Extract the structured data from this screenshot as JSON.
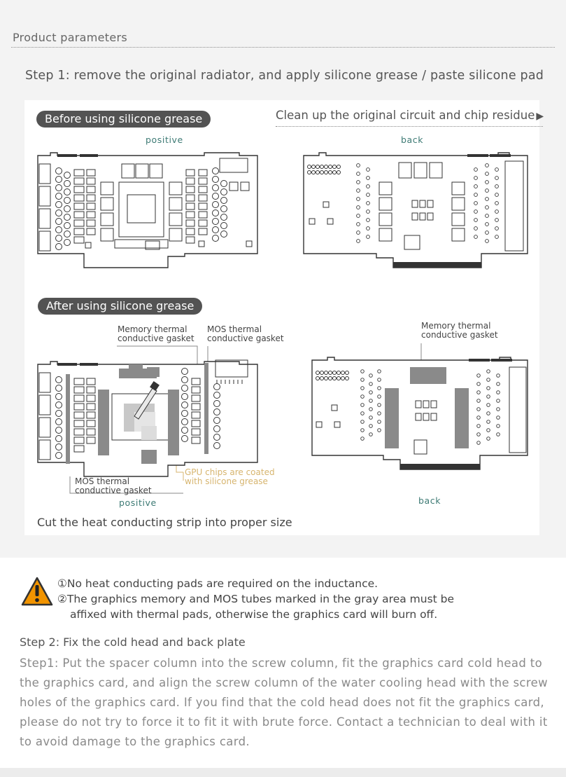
{
  "header": {
    "title": "Product parameters"
  },
  "step1": {
    "title": "Step 1: remove the original radiator, and apply silicone grease / paste silicone pad",
    "before_label": "Before using silicone grease",
    "clean_up": "Clean up the original circuit and chip residue",
    "positive_label": "positive",
    "back_label": "back",
    "after_label": "After using silicone grease",
    "memory_gasket": [
      "Memory thermal",
      "conductive gasket"
    ],
    "mos_gasket": [
      "MOS thermal",
      "conductive gasket"
    ],
    "mos_gasket_bottom": [
      "MOS thermal",
      "conductive gasket"
    ],
    "gpu_coated": [
      "GPU chips are coated",
      "with silicone grease"
    ],
    "back_memory_gasket": [
      "Memory thermal",
      "conductive gasket"
    ],
    "after_positive_label": "positive",
    "after_back_label": "back",
    "cut_text": "Cut the heat conducting strip into proper size"
  },
  "warning": {
    "icon": "warning-triangle-icon",
    "line1": "①No heat conducting pads are required on the inductance.",
    "line2": "②The graphics memory and MOS tubes marked in the gray area must be",
    "line3": "affixed with thermal pads, otherwise the graphics card will burn off."
  },
  "step2": {
    "title": "Step 2: Fix the cold head and back plate",
    "body": "Step1: Put the spacer column into the screw column, fit the graphics card cold head to the graphics card, and align the screw column of the water cooling head with the screw holes of the graphics card. If you find that the cold head does not fit the graphics card, please do not try to force it to fit it with brute force. Contact a technician to deal with it to avoid damage to the graphics card."
  },
  "colors": {
    "pill": "#535353",
    "tag": "#3d7a74",
    "gold": "#d7b56f",
    "gray_area": "#8a8a8a",
    "warning": "#f29400"
  }
}
